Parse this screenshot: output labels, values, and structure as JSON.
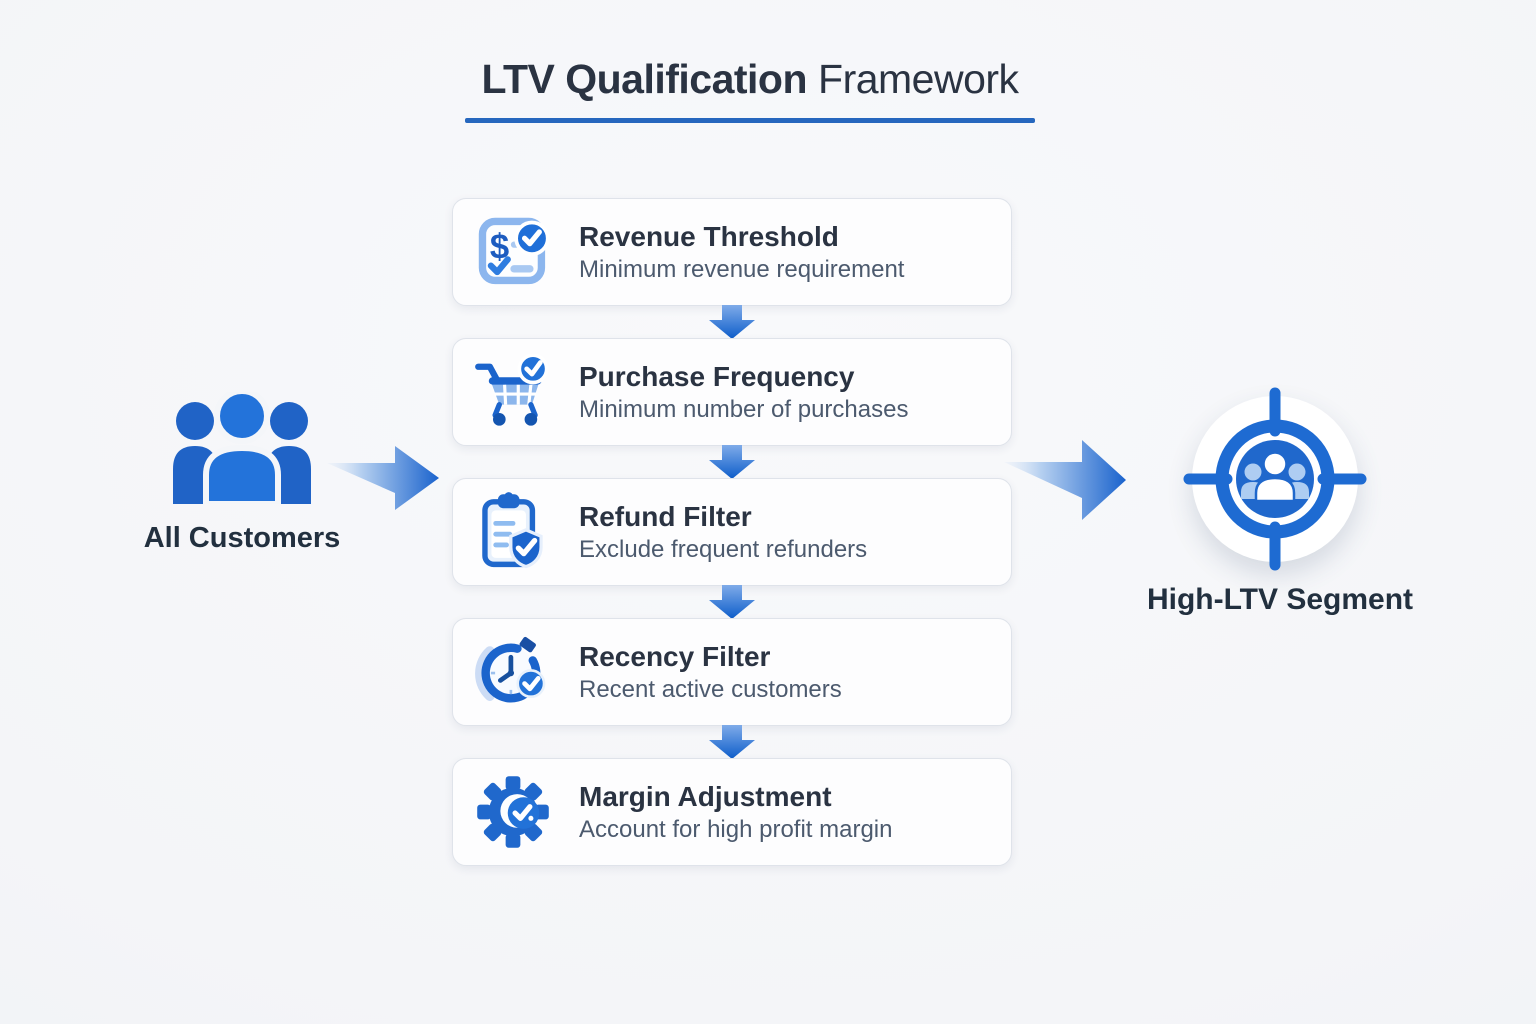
{
  "header": {
    "title_emphasis": "LTV Qualification",
    "title_rest": "Framework"
  },
  "flow": {
    "source": {
      "label": "All Customers",
      "icon": "customers-group-icon"
    },
    "result": {
      "label": "High-LTV Segment",
      "icon": "target-audience-icon"
    },
    "steps": [
      {
        "icon": "dollar-checklist-icon",
        "title": "Revenue Threshold",
        "subtitle": "Minimum revenue requirement"
      },
      {
        "icon": "cart-check-icon",
        "title": "Purchase Frequency",
        "subtitle": "Minimum number of purchases"
      },
      {
        "icon": "clipboard-shield-icon",
        "title": "Refund Filter",
        "subtitle": "Exclude frequent refunders"
      },
      {
        "icon": "clock-history-check-icon",
        "title": "Recency Filter",
        "subtitle": "Recent active customers"
      },
      {
        "icon": "gear-check-icon",
        "title": "Margin Adjustment",
        "subtitle": "Account for high profit margin"
      }
    ]
  },
  "colors": {
    "accent": "#1e6bd2",
    "accent_dark": "#1257b4",
    "accent_light": "#a9c9f0",
    "underline": "#2667be",
    "heading_text": "#2a3342",
    "subtitle_text": "#4c5a6e",
    "background": "#f4f5f8",
    "card_background": "#fdfdfe",
    "card_border": "#dfe3ea"
  }
}
